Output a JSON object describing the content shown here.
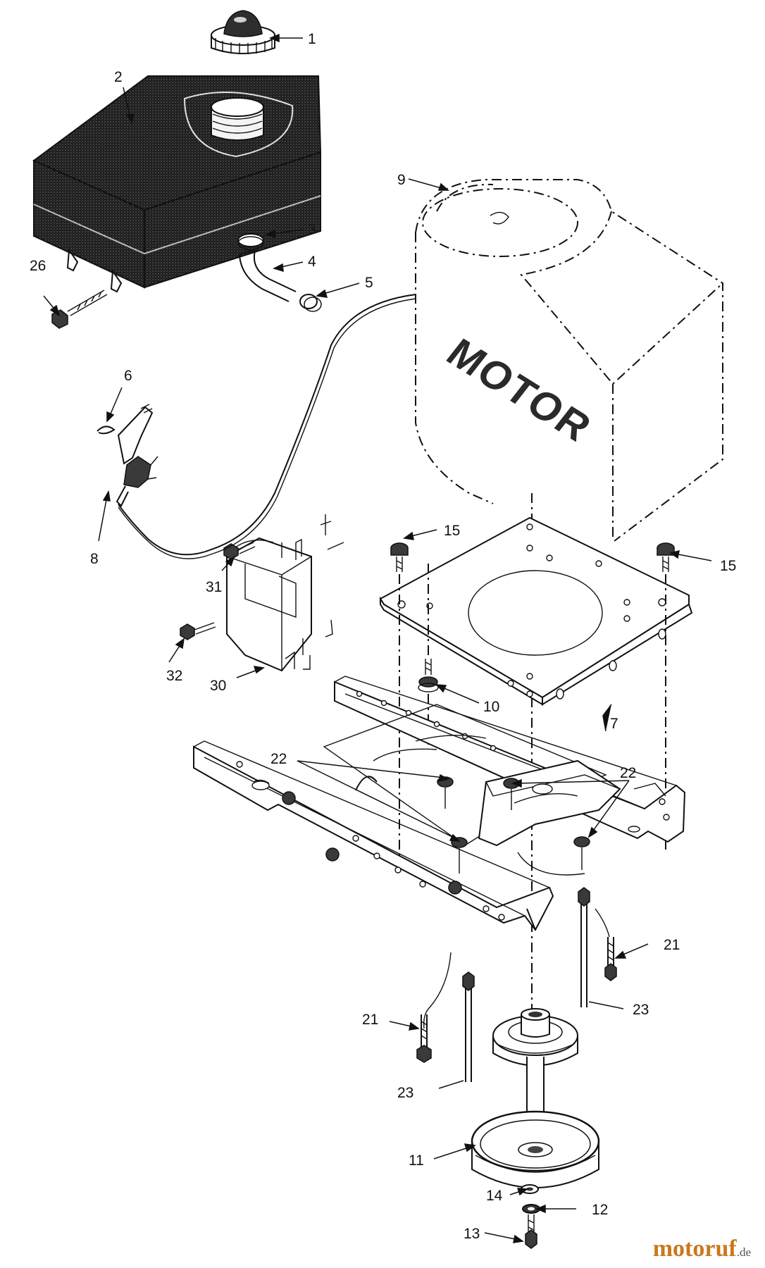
{
  "watermark": {
    "brand": "motoruf",
    "tld": ".de"
  },
  "motor_label": "MOTOR",
  "callouts": {
    "c1": "1",
    "c2": "2",
    "c3": "3",
    "c4": "4",
    "c5": "5",
    "c6": "6",
    "c7": "7",
    "c8": "8",
    "c9": "9",
    "c10": "10",
    "c11": "11",
    "c12": "12",
    "c13": "13",
    "c14": "14",
    "c15a": "15",
    "c15b": "15",
    "c21a": "21",
    "c21b": "21",
    "c22a": "22",
    "c22b": "22",
    "c23a": "23",
    "c23b": "23",
    "c26": "26",
    "c30": "30",
    "c31": "31",
    "c32": "32"
  }
}
